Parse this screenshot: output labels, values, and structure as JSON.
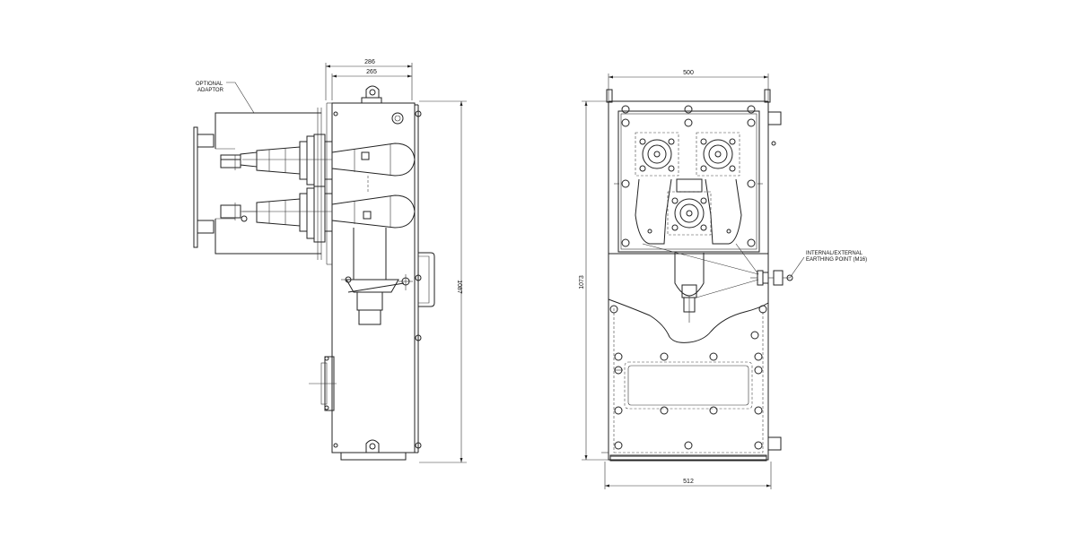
{
  "labels": {
    "optional_adaptor_line1": "OPTIONAL",
    "optional_adaptor_line2": "ADAPTOR",
    "earthing_line1": "INTERNAL/EXTERNAL",
    "earthing_line2": "EARTHING POINT (M16)"
  },
  "dimensions": {
    "side_width_outer": "286",
    "side_width_inner": "265",
    "side_height": "1087",
    "front_width_top": "500",
    "front_width_bottom": "512",
    "front_height": "1073"
  }
}
